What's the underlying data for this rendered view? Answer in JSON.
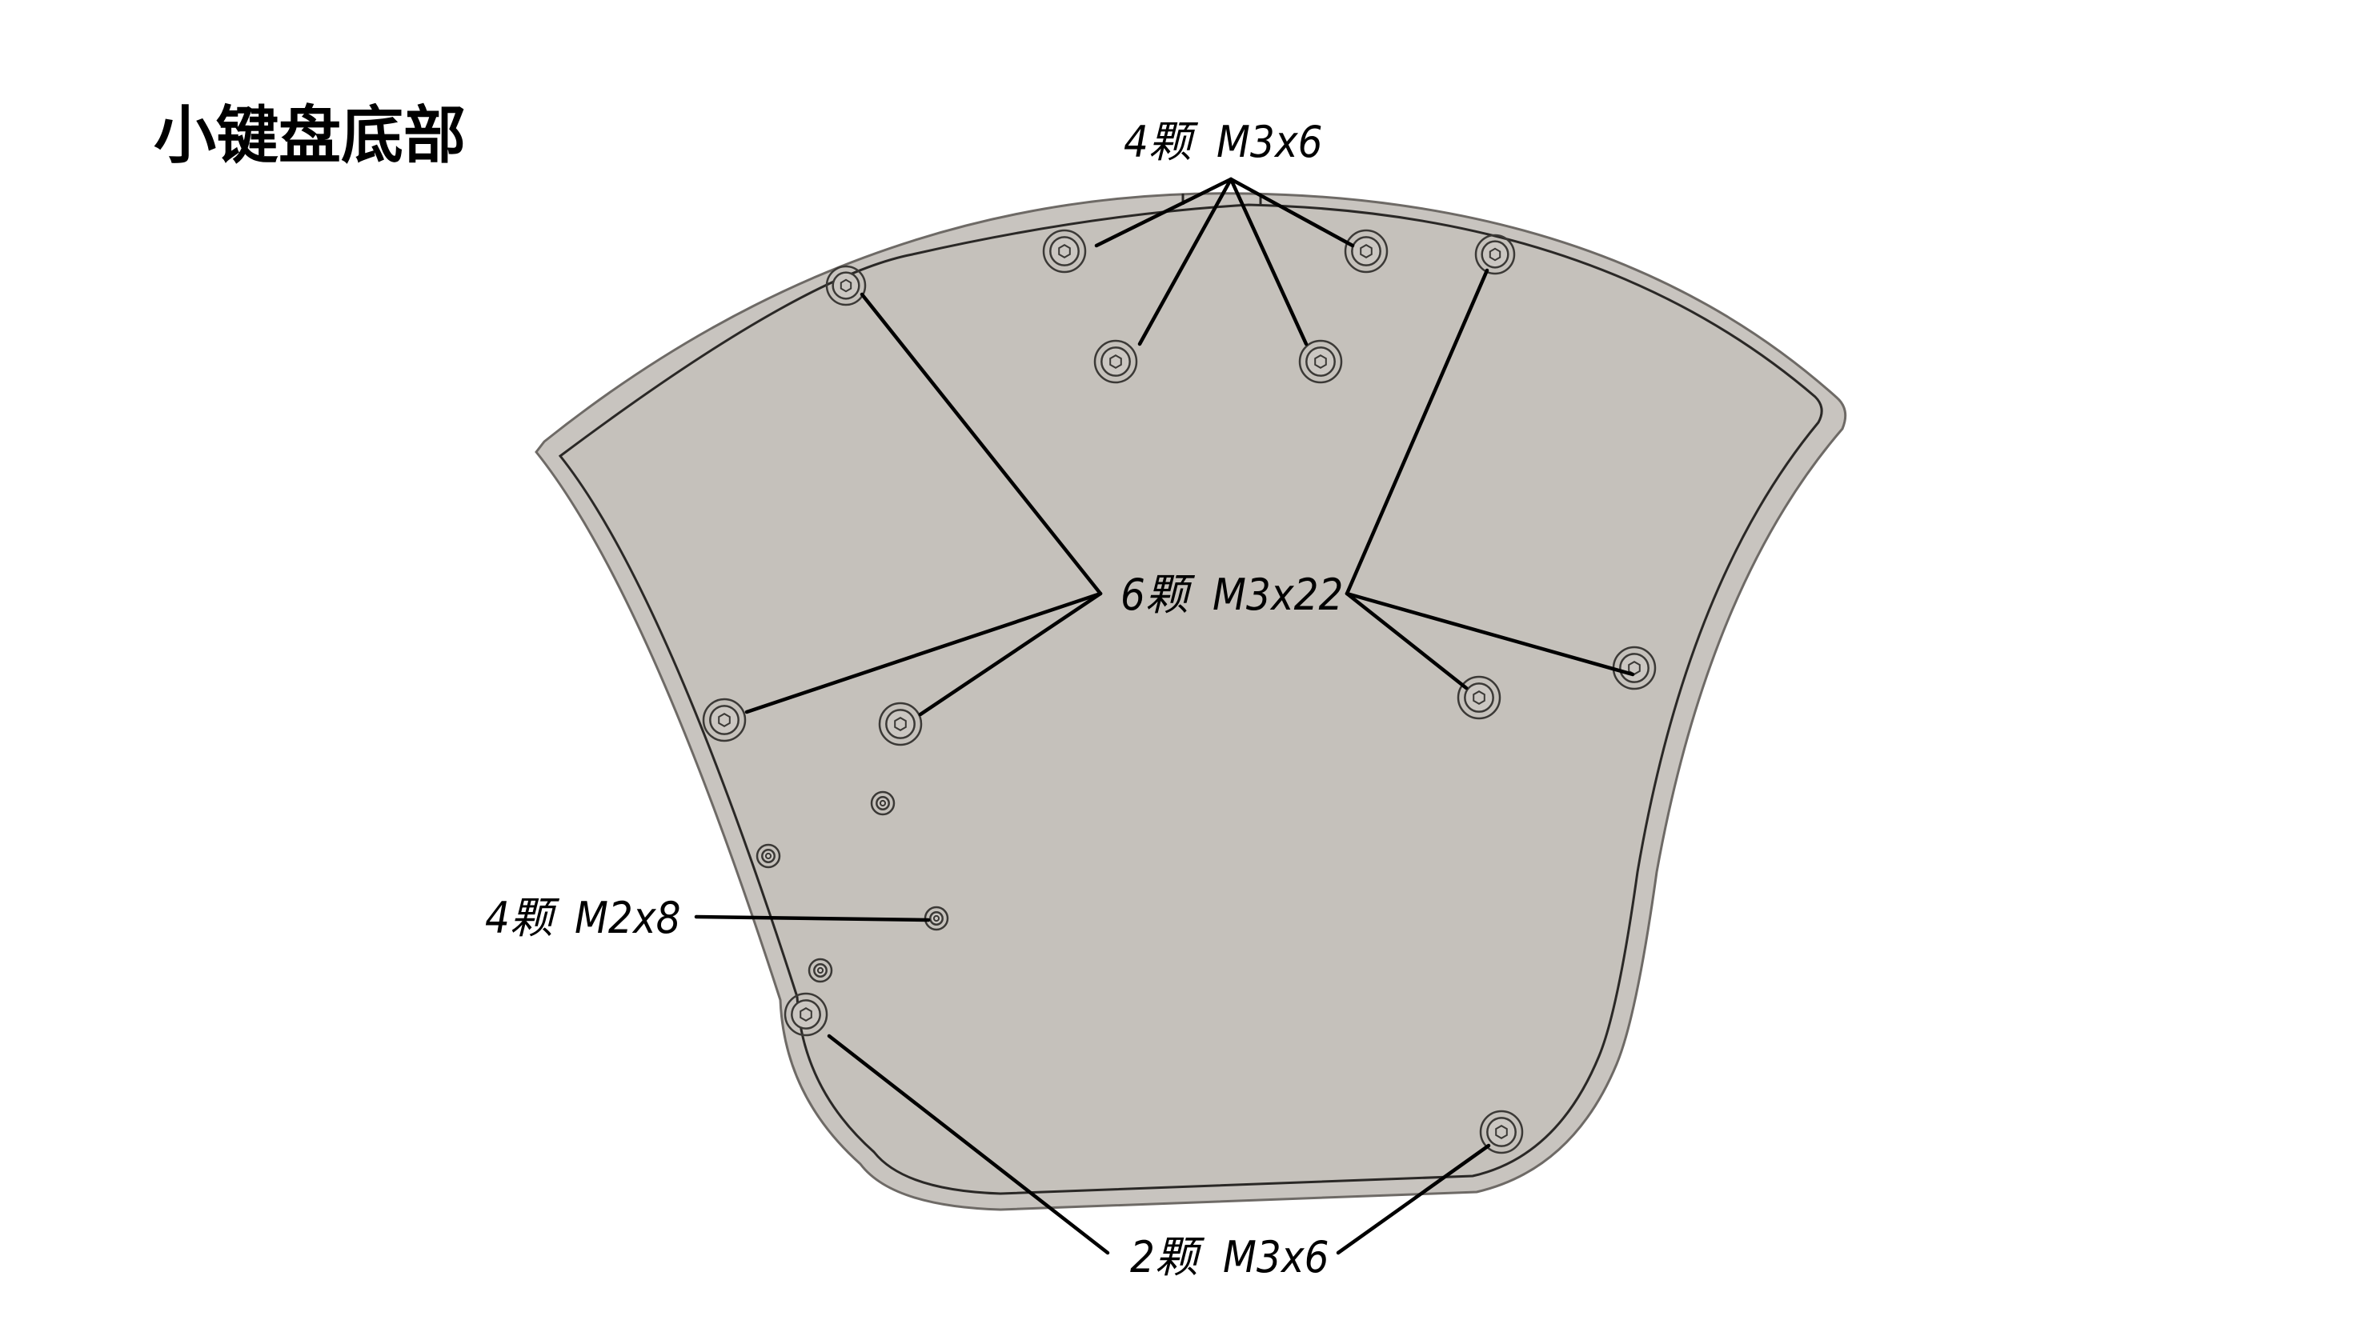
{
  "title": "小键盘底部",
  "callouts": {
    "top": {
      "count": "4颗",
      "spec": "M3x6"
    },
    "middle": {
      "count": "6颗",
      "spec": "M3x22"
    },
    "left": {
      "count": "4颗",
      "spec": "M2x8"
    },
    "bottom": {
      "count": "2颗",
      "spec": "M3x6"
    }
  },
  "colors": {
    "plate_fill": "#c8c4bf",
    "plate_edge": "#6e6a66",
    "line": "#000000",
    "background": "#ffffff"
  }
}
